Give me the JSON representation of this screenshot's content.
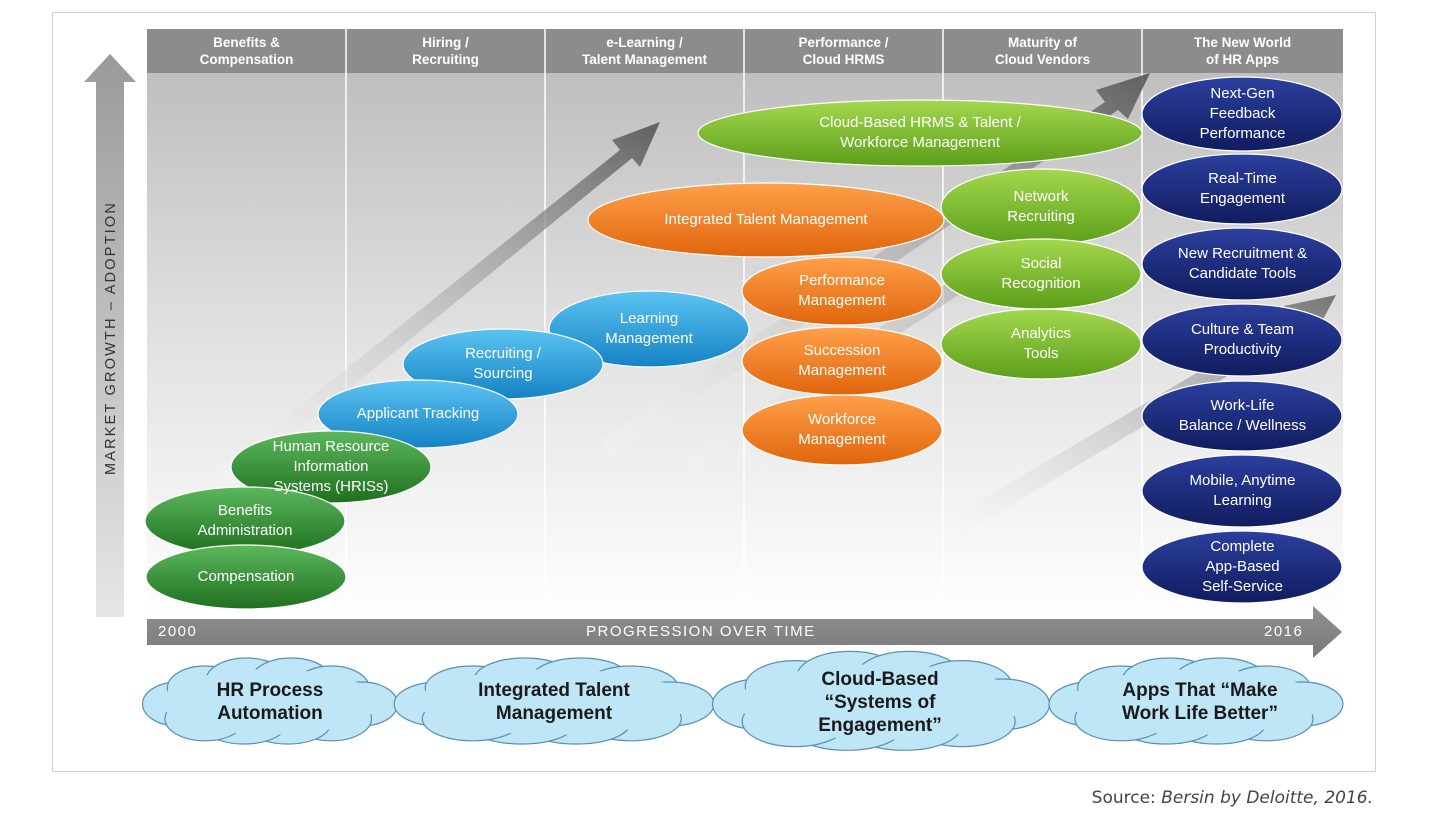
{
  "columns": [
    {
      "label": "Benefits &\nCompensation"
    },
    {
      "label": "Hiring /\nRecruiting"
    },
    {
      "label": "e-Learning /\nTalent Management"
    },
    {
      "label": "Performance /\nCloud HRMS"
    },
    {
      "label": "Maturity of\nCloud Vendors"
    },
    {
      "label": "The New World\nof HR Apps"
    }
  ],
  "yaxis": {
    "label": "MARKET GROWTH – ADOPTION"
  },
  "xaxis": {
    "start": "2000",
    "label": "PROGRESSION OVER TIME",
    "end": "2016"
  },
  "nodes": [
    {
      "label": "Compensation",
      "color": "green"
    },
    {
      "label": "Benefits\nAdministration",
      "color": "green"
    },
    {
      "label": "Human Resource\nInformation\nSystems (HRISs)",
      "color": "green"
    },
    {
      "label": "Applicant Tracking",
      "color": "blue"
    },
    {
      "label": "Recruiting /\nSourcing",
      "color": "blue"
    },
    {
      "label": "Learning\nManagement",
      "color": "blue"
    },
    {
      "label": "Integrated Talent Management",
      "color": "orange"
    },
    {
      "label": "Performance\nManagement",
      "color": "orange"
    },
    {
      "label": "Succession\nManagement",
      "color": "orange"
    },
    {
      "label": "Workforce\nManagement",
      "color": "orange"
    },
    {
      "label": "Cloud-Based HRMS & Talent /\nWorkforce Management",
      "color": "lime"
    },
    {
      "label": "Network\nRecruiting",
      "color": "lime"
    },
    {
      "label": "Social\nRecognition",
      "color": "lime"
    },
    {
      "label": "Analytics\nTools",
      "color": "lime"
    },
    {
      "label": "Next-Gen\nFeedback\nPerformance",
      "color": "navy"
    },
    {
      "label": "Real-Time\nEngagement",
      "color": "navy"
    },
    {
      "label": "New Recruitment &\nCandidate Tools",
      "color": "navy"
    },
    {
      "label": "Culture & Team\nProductivity",
      "color": "navy"
    },
    {
      "label": "Work-Life\nBalance / Wellness",
      "color": "navy"
    },
    {
      "label": "Mobile, Anytime\nLearning",
      "color": "navy"
    },
    {
      "label": "Complete\nApp-Based\nSelf-Service",
      "color": "navy"
    }
  ],
  "eras": [
    {
      "label": "HR Process\nAutomation"
    },
    {
      "label": "Integrated Talent\nManagement"
    },
    {
      "label": "Cloud-Based\n“Systems of\nEngagement”"
    },
    {
      "label": "Apps That “Make\nWork Life Better”"
    }
  ],
  "source": {
    "prefix": "Source: ",
    "text": "Bersin by Deloitte, 2016."
  },
  "colors": {
    "header": "#8c8c8c",
    "green": "#2e8b2e",
    "blue": "#1e9ad6",
    "orange": "#f07a18",
    "lime": "#78b928",
    "navy": "#16277a",
    "cloud": "#bfe6f7"
  }
}
